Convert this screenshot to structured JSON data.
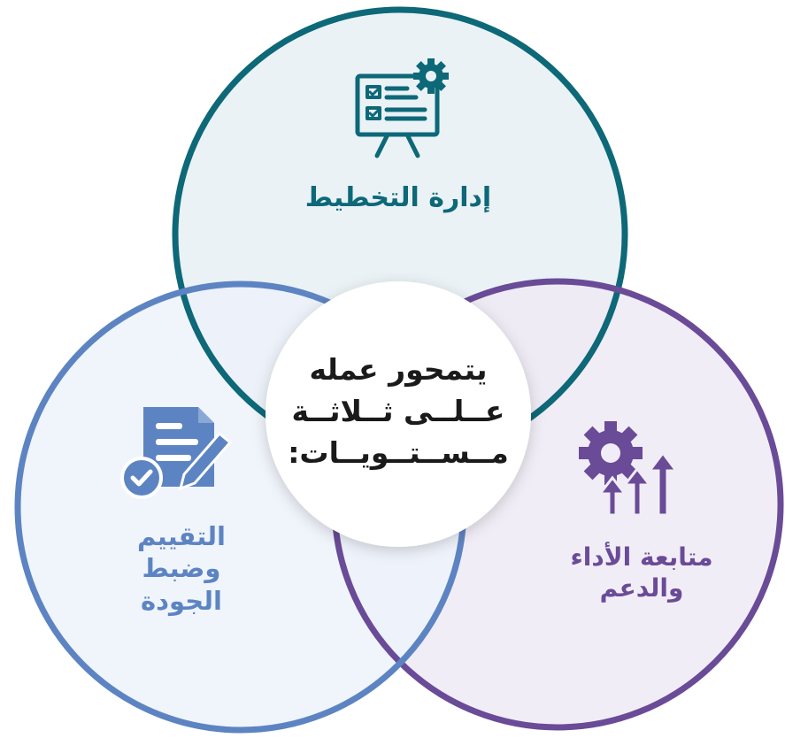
{
  "circles": {
    "planning": {
      "label": "إدارة التخطيط",
      "icon": "presentation-board-gear-icon",
      "color": "#0d6878",
      "fill": "#e8f1f5"
    },
    "quality": {
      "label_lines": [
        "التقييم",
        "وضبط",
        "الجودة"
      ],
      "icon": "document-edit-check-icon",
      "color": "#5d84c2",
      "fill": "#eef3fa"
    },
    "monitoring": {
      "label_lines": [
        "متابعة الأداء",
        "والدعم"
      ],
      "icon": "gear-arrows-up-icon",
      "color": "#6a4b97",
      "fill": "#f1edf6"
    }
  },
  "center": {
    "lines": [
      "يتمحور عمله",
      "عــلــى ثــلاثــة",
      "مــســتــويــات:"
    ]
  }
}
